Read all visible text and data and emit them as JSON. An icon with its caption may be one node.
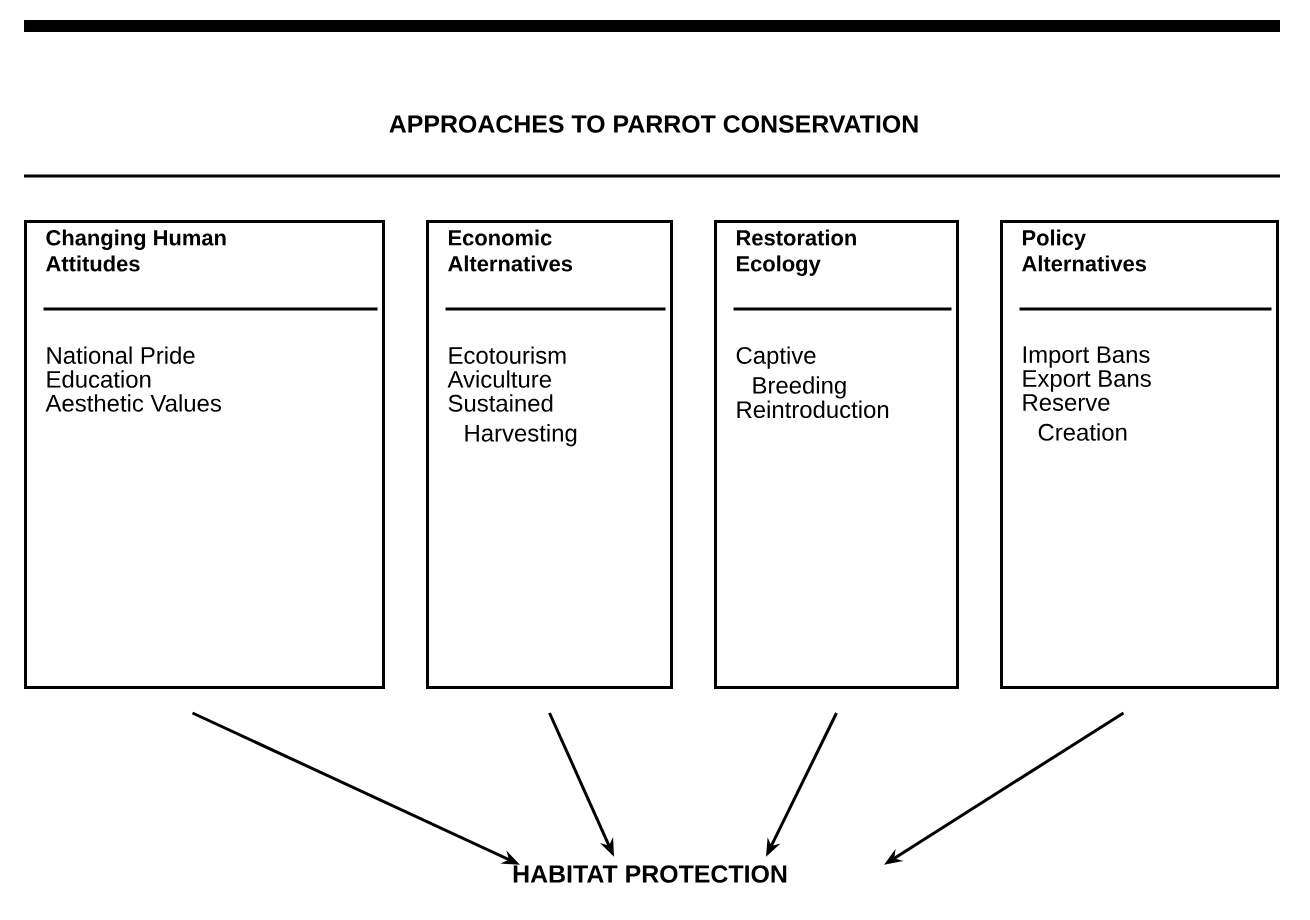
{
  "diagram": {
    "title": "APPROACHES TO PARROT CONSERVATION",
    "nodes": [
      {
        "text": [
          "Changing Human Attitudes",
          "National Pride",
          "Education",
          "Aesthetic Values"
        ]
      },
      {
        "text": [
          "Economic Alternatives",
          "Ecotourism",
          "Aviculture",
          "Sustained Harvesting"
        ]
      },
      {
        "text": [
          "Restoration Ecology",
          "Captive Breeding",
          "Reintroduction"
        ]
      },
      {
        "text": [
          "Policy Alternatives",
          "Import Bans",
          "Export Bans",
          "Reserve Creation"
        ]
      },
      {
        "text": [
          "HABITAT PROTECTION"
        ]
      }
    ],
    "edges": [
      {
        "from": 0,
        "to": 4,
        "arrow": "to"
      },
      {
        "from": 1,
        "to": 4,
        "arrow": "to"
      },
      {
        "from": 2,
        "to": 4,
        "arrow": "to"
      },
      {
        "from": 3,
        "to": 4,
        "arrow": "to"
      }
    ]
  }
}
